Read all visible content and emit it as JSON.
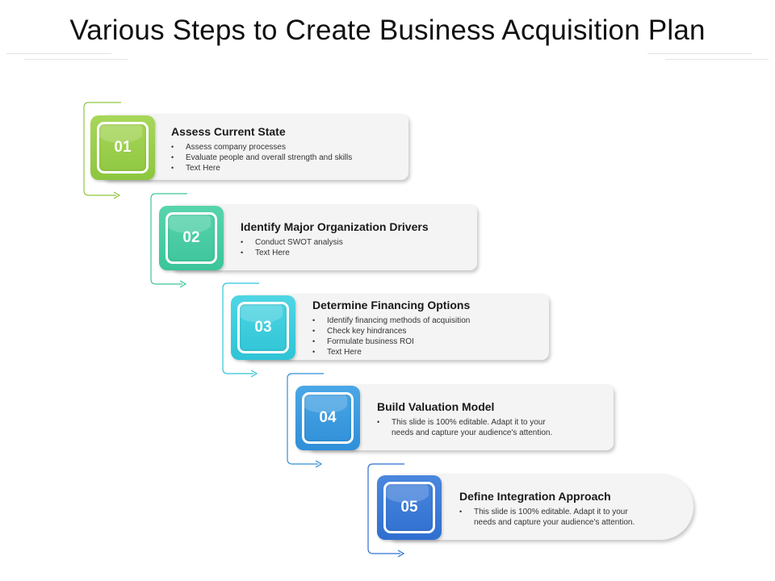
{
  "title": "Various Steps to Create Business Acquisition Plan",
  "steps": [
    {
      "number": "01",
      "heading": "Assess Current State",
      "bullets": [
        "Assess company processes",
        "Evaluate people and overall strength and skills",
        "Text Here"
      ],
      "color": "#8dc63f",
      "color_light": "#a8d75a"
    },
    {
      "number": "02",
      "heading": "Identify Major Organization Drivers",
      "bullets": [
        "Conduct SWOT analysis",
        "Text Here"
      ],
      "color": "#3cc49a",
      "color_light": "#58d4ad"
    },
    {
      "number": "03",
      "heading": "Determine Financing Options",
      "bullets": [
        "Identify financing methods of acquisition",
        "Check key hindrances",
        "Formulate business ROI",
        "Text Here"
      ],
      "color": "#2ec4d6",
      "color_light": "#4fd6e4"
    },
    {
      "number": "04",
      "heading": "Build Valuation Model",
      "bullets": [
        "This slide is 100% editable. Adapt it to your",
        "needs and capture your audience's attention."
      ],
      "color": "#2f8fd8",
      "color_light": "#4aa7e6"
    },
    {
      "number": "05",
      "heading": "Define Integration Approach",
      "bullets": [
        "This slide is 100% editable. Adapt it to your",
        "needs and capture your audience's attention."
      ],
      "color": "#2f6fd0",
      "color_light": "#4a87de"
    }
  ]
}
